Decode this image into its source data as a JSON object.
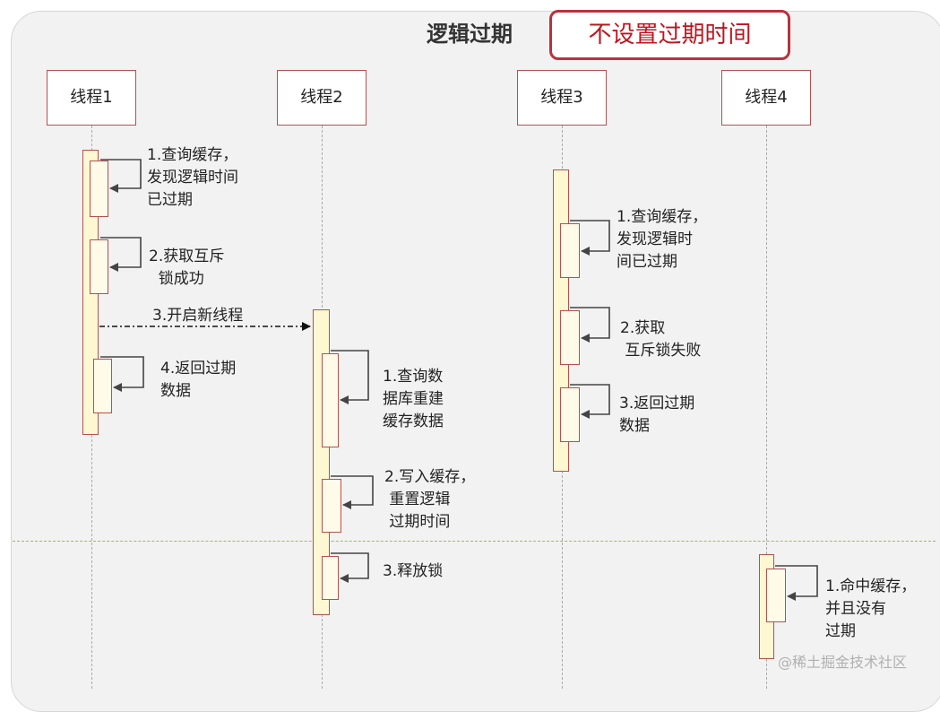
{
  "header": {
    "title": "逻辑过期",
    "badge": "不设置过期时间"
  },
  "threads": [
    "线程1",
    "线程2",
    "线程3",
    "线程4"
  ],
  "thread1": {
    "msg1": "1.查询缓存，\n发现逻辑时间\n已过期",
    "msg2": "2.获取互斥\n  锁成功",
    "msg3": "3.开启新线程",
    "msg4": "4.返回过期\n数据"
  },
  "thread2": {
    "msg1": "1.查询数\n据库重建\n缓存数据",
    "msg2": "2.写入缓存，\n 重置逻辑\n 过期时间",
    "msg3": "3.释放锁"
  },
  "thread3": {
    "msg1": "1.查询缓存，\n发现逻辑时\n间已过期",
    "msg2": "2.获取\n 互斥锁失败",
    "msg3": "3.返回过期\n数据"
  },
  "thread4": {
    "msg1": "1.命中缓存，\n并且没有\n过期"
  },
  "watermark": "@稀土掘金技术社区",
  "colors": {
    "border": "#b5504e",
    "badge": "#c0151f",
    "activation_fill": "#fdf7d2",
    "divider": "#a9b84a"
  }
}
